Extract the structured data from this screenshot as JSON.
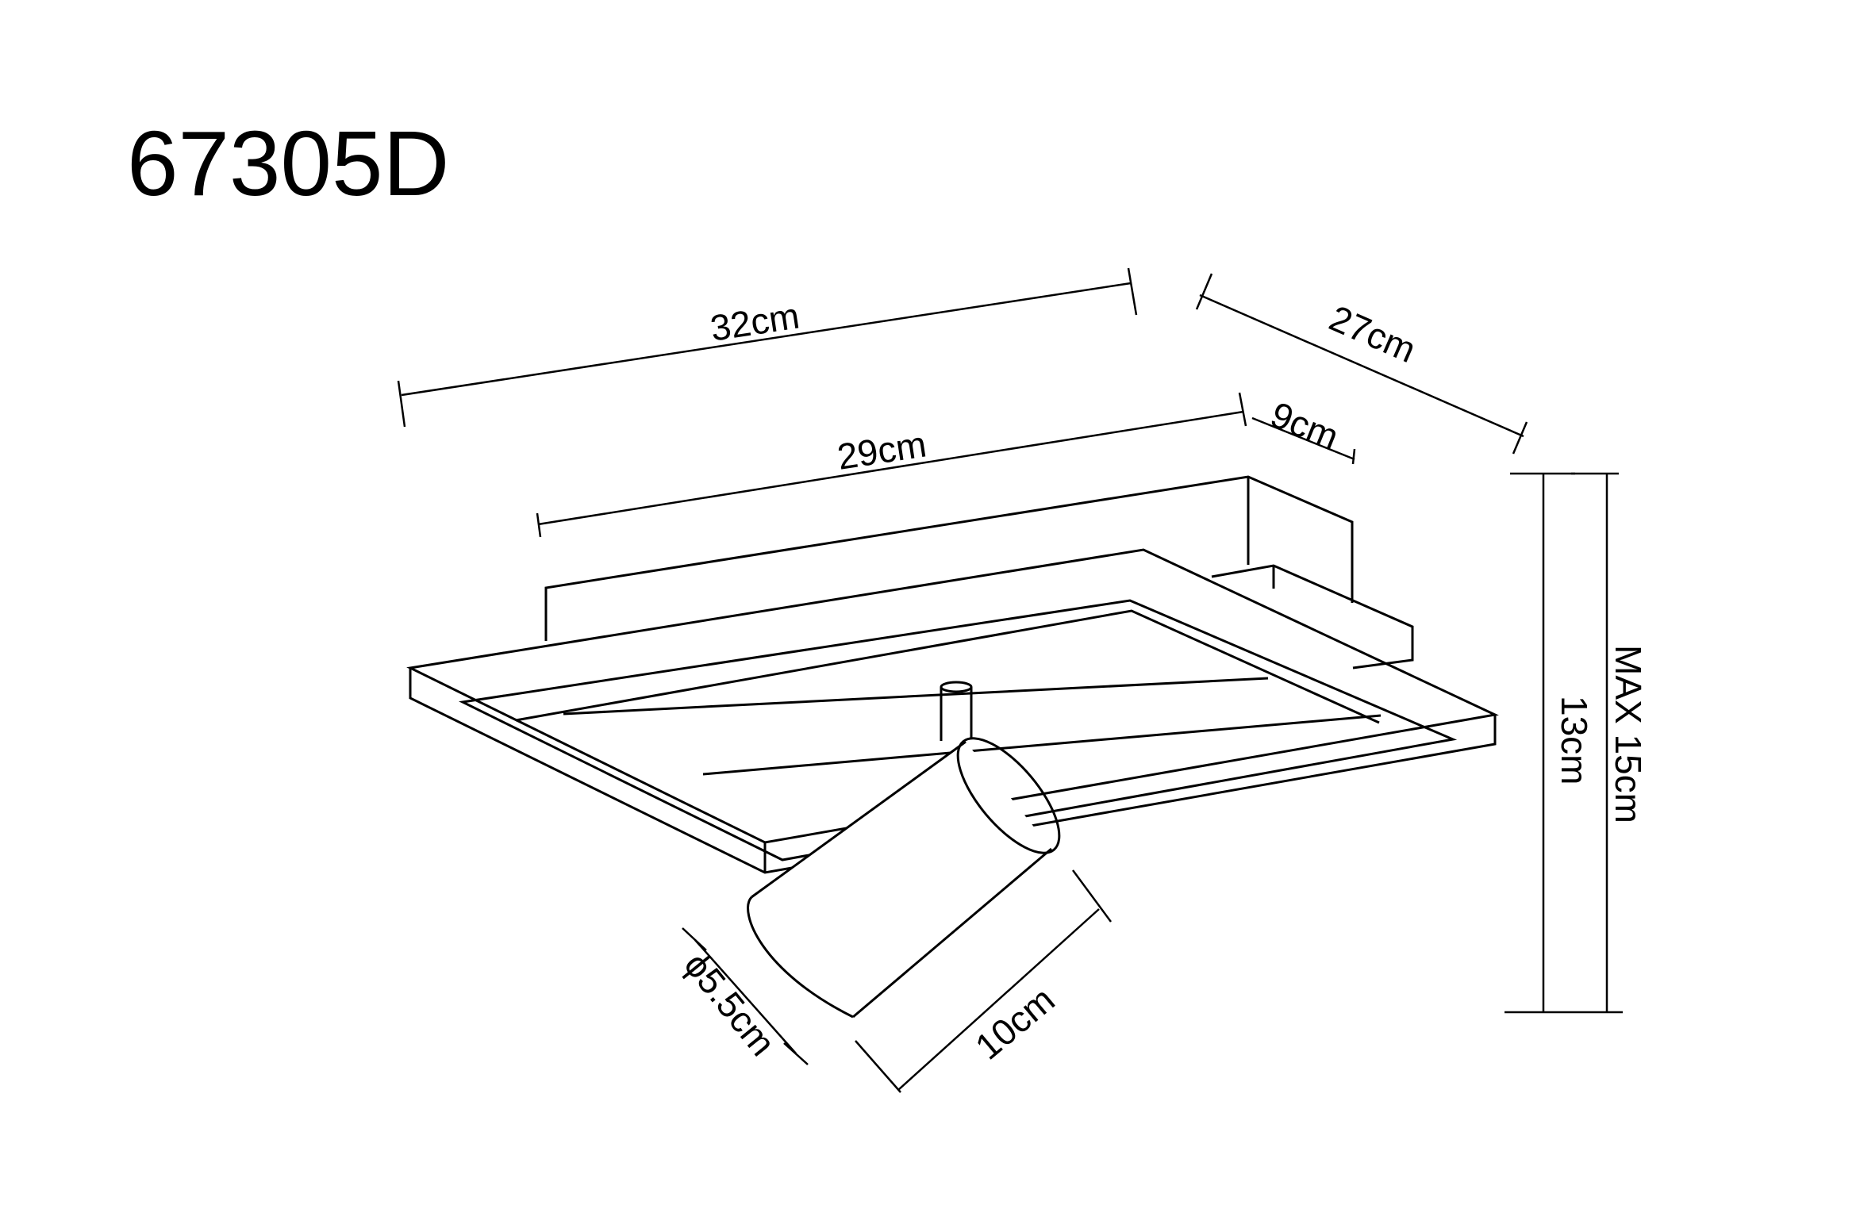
{
  "model_code": "67305D",
  "dimensions": {
    "overall_width": "32cm",
    "frame_length": "29cm",
    "overall_depth": "27cm",
    "base_depth": "9cm",
    "spot_diameter": "ϕ5.5cm",
    "spot_length": "10cm",
    "height": "13cm",
    "max_height": "MAX 15cm"
  },
  "colors": {
    "line": "#000000",
    "background": "#ffffff"
  }
}
